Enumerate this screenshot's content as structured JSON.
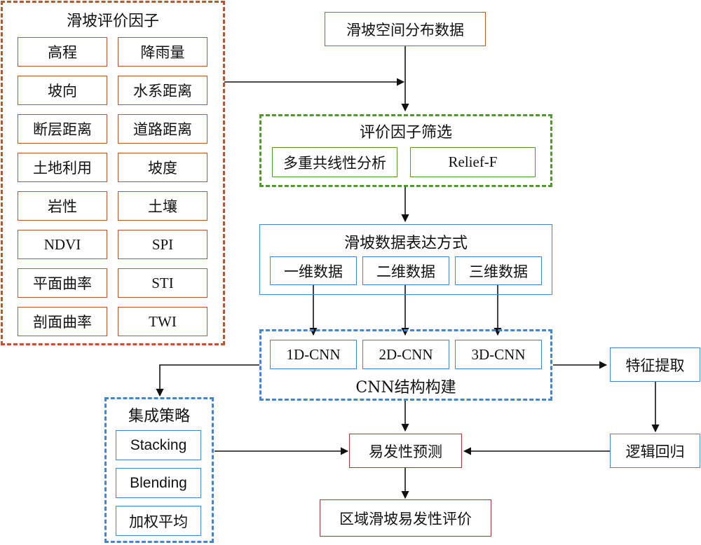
{
  "factors": {
    "title": "滑坡评价因子",
    "items": [
      "高程",
      "降雨量",
      "坡向",
      "水系距离",
      "断层距离",
      "道路距离",
      "土地利用",
      "坡度",
      "岩性",
      "土壤",
      "NDVI",
      "SPI",
      "平面曲率",
      "STI",
      "剖面曲率",
      "TWI"
    ]
  },
  "spatial_data": "滑坡空间分布数据",
  "screening": {
    "title": "评价因子筛选",
    "methods": [
      "多重共线性分析",
      "Relief-F"
    ]
  },
  "representation": {
    "title": "滑坡数据表达方式",
    "types": [
      "一维数据",
      "二维数据",
      "三维数据"
    ]
  },
  "cnn": {
    "title": "CNN结构构建",
    "models": [
      "1D-CNN",
      "2D-CNN",
      "3D-CNN"
    ]
  },
  "feature_extraction": "特征提取",
  "logistic_regression": "逻辑回归",
  "ensemble": {
    "title": "集成策略",
    "methods": [
      "Stacking",
      "Blending",
      "加权平均"
    ]
  },
  "prediction": "易发性预测",
  "evaluation": "区域滑坡易发性评价"
}
